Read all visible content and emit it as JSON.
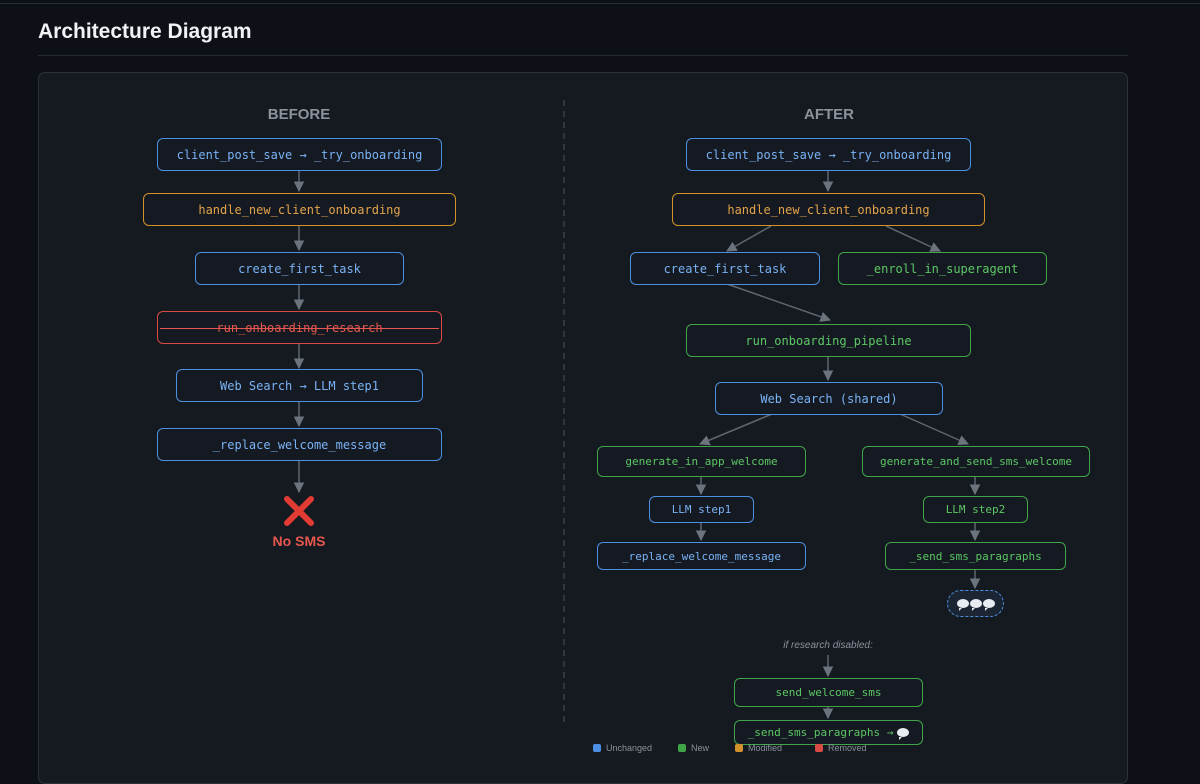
{
  "title": "Architecture Diagram",
  "before": {
    "heading": "BEFORE",
    "nodes": {
      "client_post_save": "client_post_save → _try_onboarding",
      "handle_onboarding": "handle_new_client_onboarding",
      "create_first_task": "create_first_task",
      "run_research": "run_onboarding_research",
      "web_search": "Web Search → LLM step1",
      "replace_welcome": "_replace_welcome_message"
    },
    "end_label": "No SMS"
  },
  "after": {
    "heading": "AFTER",
    "nodes": {
      "client_post_save": "client_post_save → _try_onboarding",
      "handle_onboarding": "handle_new_client_onboarding",
      "create_first_task": "create_first_task",
      "enroll_superagent": "_enroll_in_superagent",
      "run_pipeline": "run_onboarding_pipeline",
      "web_search_shared": "Web Search (shared)",
      "gen_in_app": "generate_in_app_welcome",
      "gen_sms": "generate_and_send_sms_welcome",
      "llm_step1": "LLM step1",
      "llm_step2": "LLM step2",
      "replace_welcome": "_replace_welcome_message",
      "send_sms_paragraphs": "_send_sms_paragraphs",
      "send_welcome_sms": "send_welcome_sms",
      "send_sms_paragraphs_2": "_send_sms_paragraphs → "
    },
    "fallback_note": "if research disabled:"
  },
  "legend": [
    {
      "label": "Unchanged",
      "color": "#4d8fe0"
    },
    {
      "label": "New",
      "color": "#3fa548"
    },
    {
      "label": "Modified",
      "color": "#d1912b"
    },
    {
      "label": "Removed",
      "color": "#d94a43"
    }
  ]
}
